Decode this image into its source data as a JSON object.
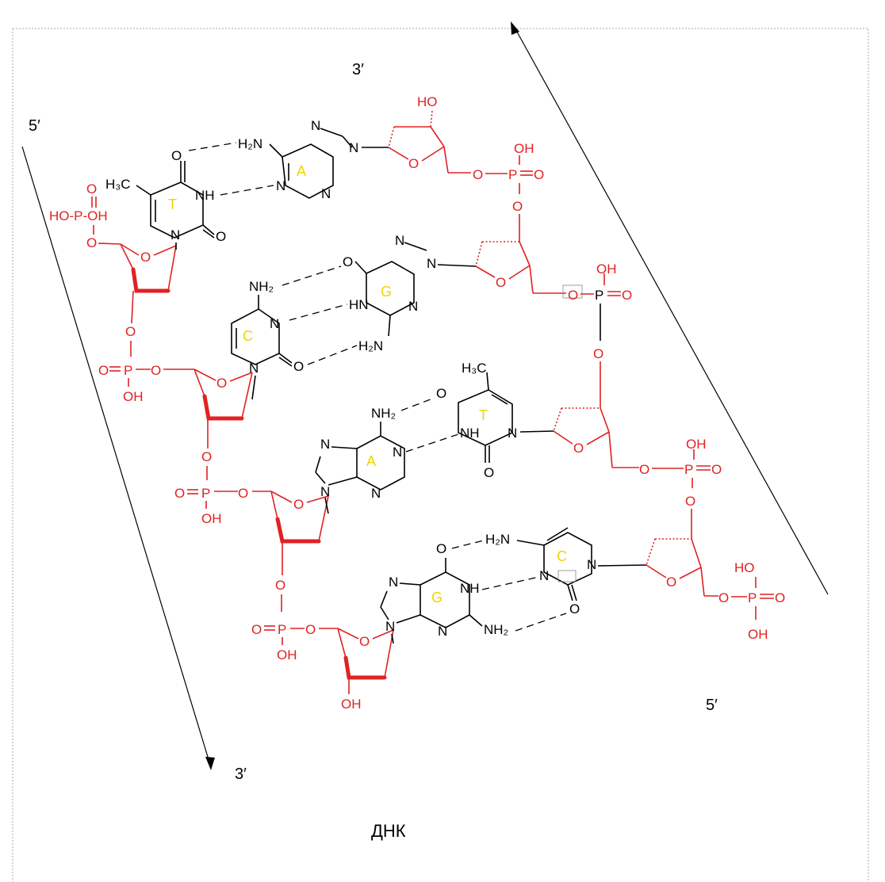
{
  "figure": {
    "label": "ДНК",
    "strand_left": {
      "end_top": "5′",
      "end_bottom": "3′"
    },
    "strand_right": {
      "end_top": "3′",
      "end_bottom": "5′"
    }
  },
  "bases": {
    "T1": "T",
    "A1": "A",
    "C1": "C",
    "G1": "G",
    "T2": "T",
    "A2": "A",
    "C2": "C",
    "G2": "G"
  },
  "atoms": {
    "HO": "HO",
    "OH": "OH",
    "O": "O",
    "P": "P",
    "N": "N",
    "NH": "NH",
    "HN": "HN",
    "NH2": "NH₂",
    "H2N": "H₂N",
    "H3C": "H₃C",
    "HOPOH": "HO-P-OH"
  },
  "colors": {
    "backbone": "#e02222",
    "base": "#000000",
    "base_letter": "#f0d400",
    "frame": "#aaaaaa"
  }
}
